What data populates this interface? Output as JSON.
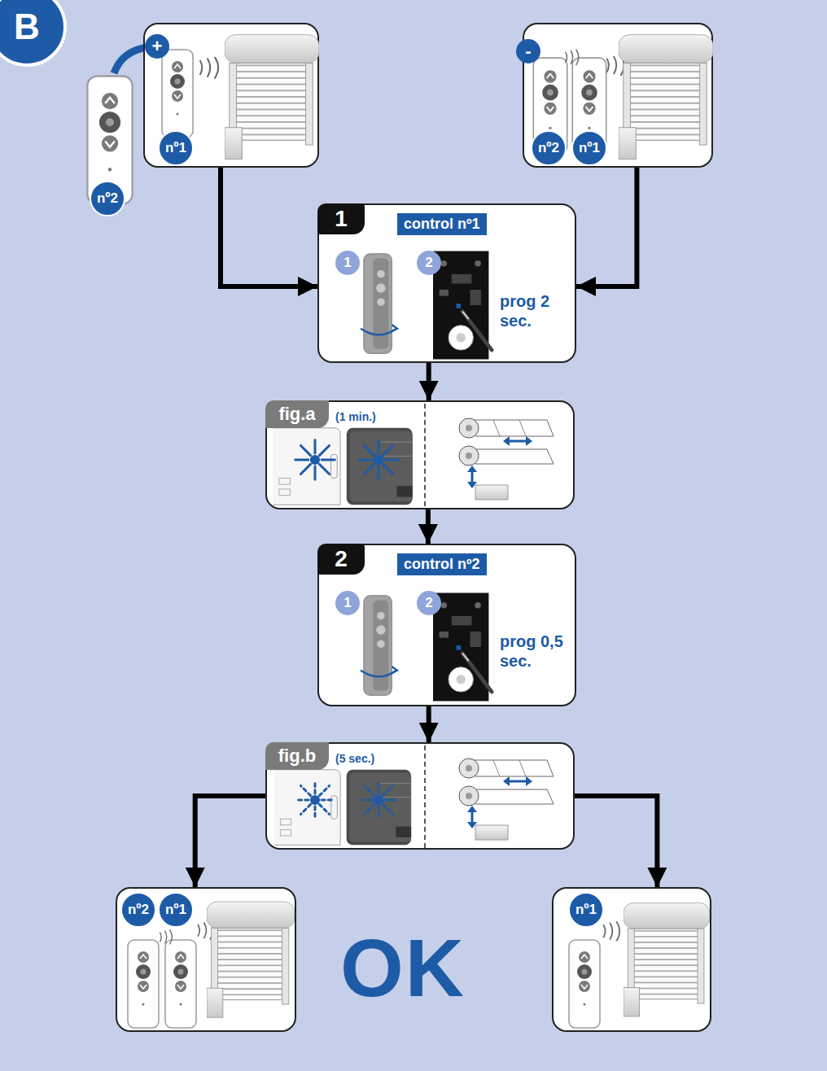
{
  "diagram": {
    "nodes": [
      {
        "text": [
          "B"
        ]
      },
      {
        "text": [
          "nº1"
        ]
      },
      {
        "text": [
          "nº2",
          "nº1"
        ]
      },
      {
        "text": [
          "1",
          "control nº1",
          "1",
          "2",
          "prog 2 sec."
        ]
      },
      {
        "text": [
          "fig.a",
          "(1 min.)"
        ]
      },
      {
        "text": [
          "2",
          "control nº2",
          "1",
          "2",
          "prog 0,5 sec."
        ]
      },
      {
        "text": [
          "fig.b",
          "(5 sec.)"
        ]
      },
      {
        "text": [
          "nº2",
          "nº1"
        ]
      },
      {
        "text": [
          "nº1"
        ]
      }
    ],
    "edges": [
      {
        "from": 1,
        "to": 3,
        "arrow": "to"
      },
      {
        "from": 2,
        "to": 3,
        "arrow": "to"
      },
      {
        "from": 3,
        "to": 4,
        "arrow": "to"
      },
      {
        "from": 4,
        "to": 5,
        "arrow": "to"
      },
      {
        "from": 5,
        "to": 6,
        "arrow": "to"
      },
      {
        "from": 6,
        "to": 7,
        "arrow": "to"
      },
      {
        "from": 6,
        "to": 8,
        "arrow": "to"
      }
    ],
    "labels": [
      "nº2",
      "+",
      "-",
      "OK"
    ]
  }
}
